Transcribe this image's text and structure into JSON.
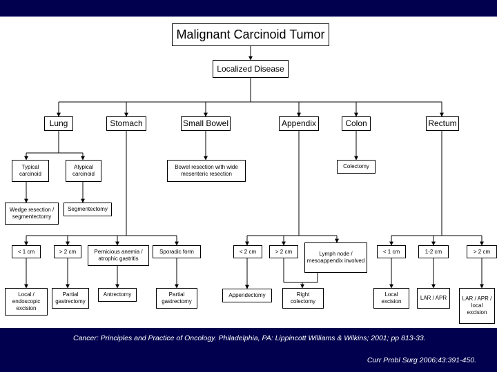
{
  "diagram": {
    "title": "Malignant Carcinoid Tumor",
    "root": "Localized Disease",
    "sites": {
      "lung": "Lung",
      "stomach": "Stomach",
      "small_bowel": "Small Bowel",
      "appendix": "Appendix",
      "colon": "Colon",
      "rectum": "Rectum"
    },
    "lung": {
      "typical": "Typical carcinoid",
      "atypical": "Atypical carcinoid",
      "typical_tx": "Wedge resection / segmentectomy",
      "atypical_tx": "Segmentectomy"
    },
    "small_bowel": {
      "tx": "Bowel resection with wide mesenteric resection"
    },
    "colon": {
      "tx": "Colectomy"
    },
    "stomach": {
      "lt1": "< 1 cm",
      "gt2": "> 2 cm",
      "pernicious": "Pernicious anemia / atrophic gastritis",
      "sporadic": "Sporadic form",
      "lt1_tx": "Local / endoscopic excision",
      "gt2_tx": "Partial gastrectomy",
      "pernicious_tx": "Antrectomy",
      "sporadic_tx": "Partial gastrectomy"
    },
    "appendix": {
      "lt2": "< 2 cm",
      "gt2": "> 2 cm",
      "lymph": "Lymph node / mesoappendix involved",
      "lt2_tx": "Appendectomy",
      "gt2_tx": "Right colectomy"
    },
    "rectum": {
      "lt1": "< 1 cm",
      "r12": "1-2 cm",
      "gt2": "> 2 cm",
      "lt1_tx": "Local excision",
      "r12_tx": "LAR / APR",
      "gt2_tx": "LAR / APR / local excision"
    }
  },
  "citations": {
    "primary": "Cancer: Principles and Practice of Oncology. Philadelphia, PA: Lippincott Williams & Wilkins; 2001; pp 813-33.",
    "secondary": "Curr Probl Surg 2006;43:391-450."
  }
}
